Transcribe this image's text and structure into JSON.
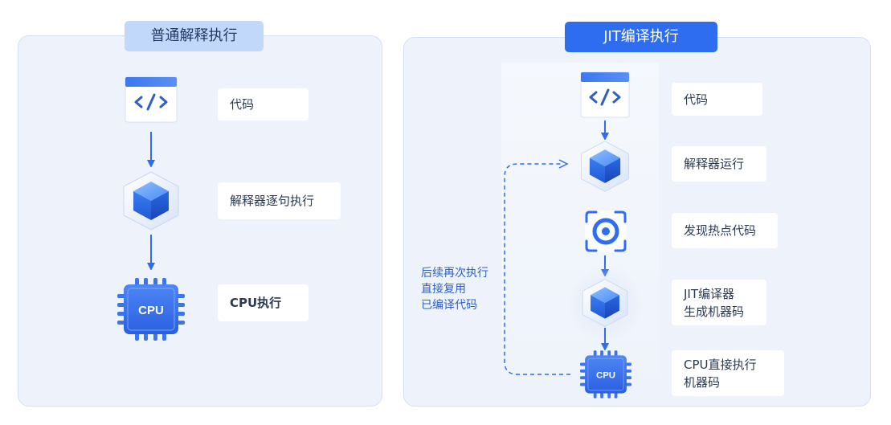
{
  "left_panel": {
    "title": "普通解释执行",
    "steps": [
      {
        "icon": "code-window-icon",
        "label": "代码"
      },
      {
        "icon": "interpreter-cube-icon",
        "label": "解释器逐句执行"
      },
      {
        "icon": "cpu-chip-icon",
        "label": "CPU执行"
      }
    ]
  },
  "right_panel": {
    "title": "JIT编译执行",
    "steps": [
      {
        "icon": "code-window-icon",
        "label": "代码"
      },
      {
        "icon": "interpreter-cube-icon",
        "label": "解释器运行"
      },
      {
        "icon": "hotspot-target-icon",
        "label": "发现热点代码"
      },
      {
        "icon": "jit-compiler-cube-icon",
        "label": "JIT编译器\n生成机器码"
      },
      {
        "icon": "cpu-chip-icon",
        "label": "CPU直接执行\n机器码"
      }
    ],
    "loop_label": "后续再次执行\n直接复用\n已编译代码"
  },
  "cpu_chip_text": "CPU",
  "colors": {
    "accent": "#2f6df0",
    "panel_bg": "#eef3fb",
    "title_light": "#c2d8fa"
  }
}
